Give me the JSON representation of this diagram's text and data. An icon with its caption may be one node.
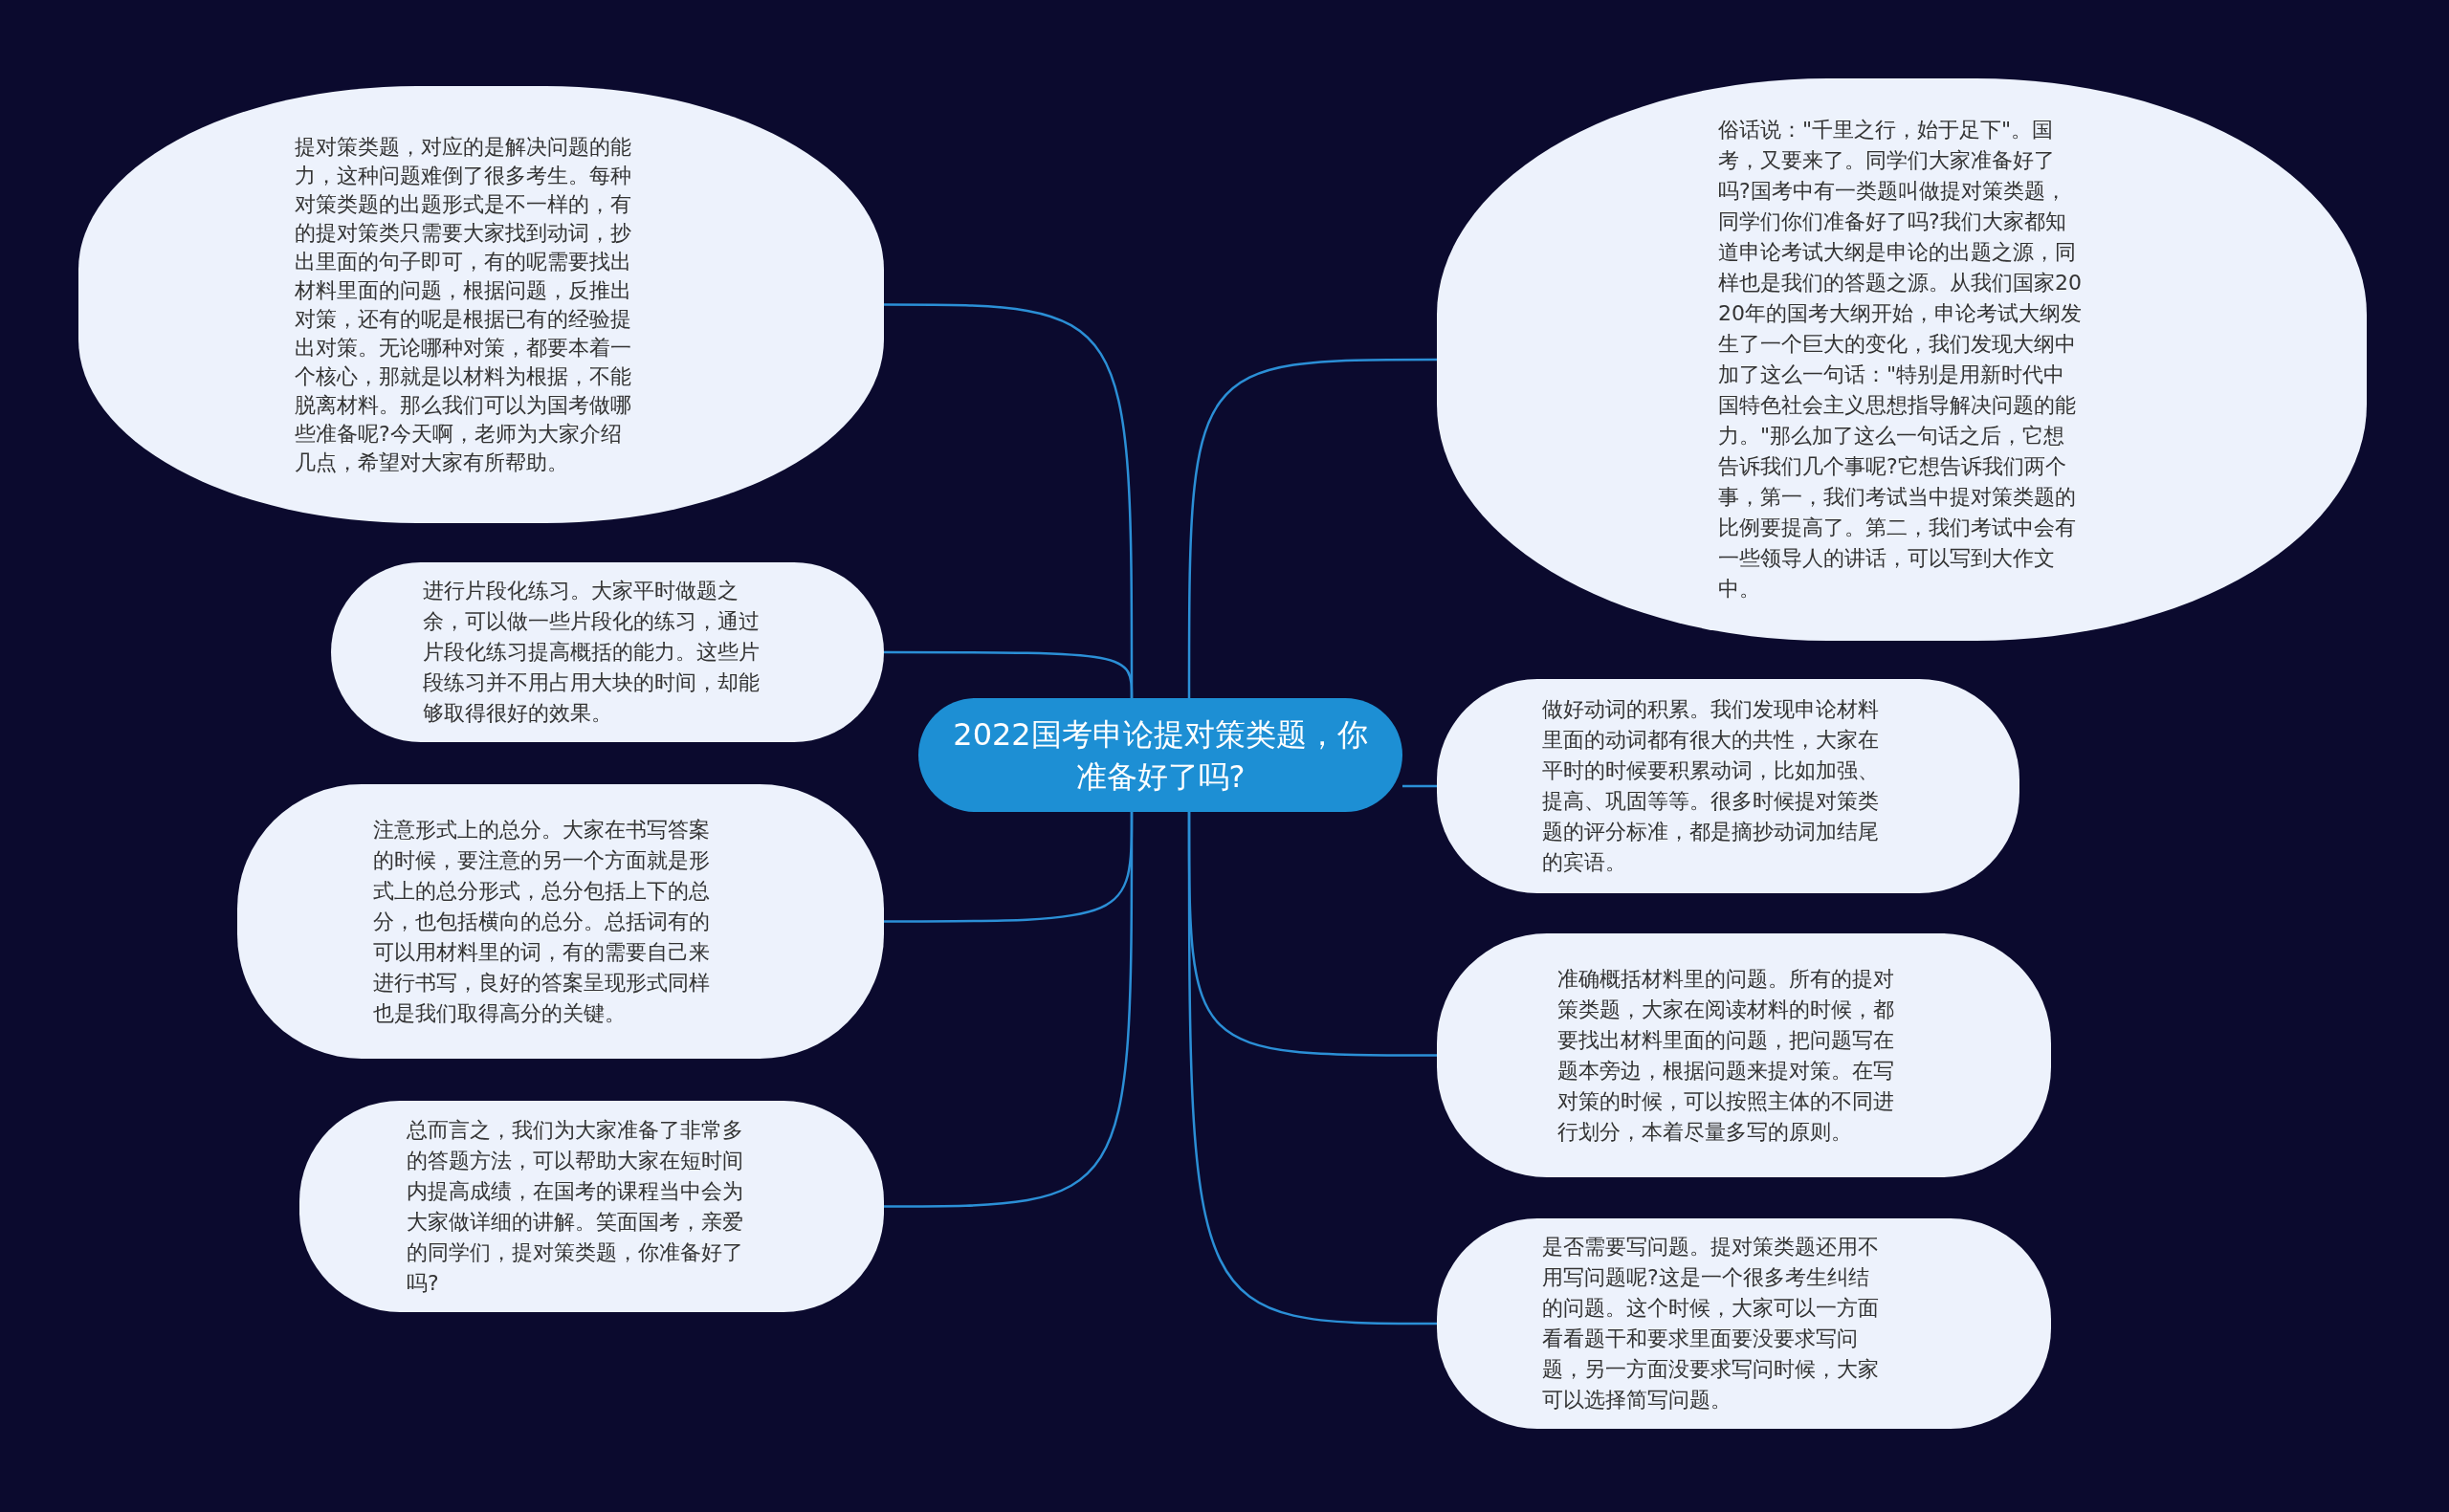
{
  "diagram": {
    "nodes": [
      {
        "text": [
          "2022国考申论提对策类题，你准备好了吗?"
        ]
      },
      {
        "text": [
          "提对策类题，对应的是解决问题的能力，这种问题难倒了很多考生。每种对策类题的出题形式是不一样的，有的提对策类只需要大家找到动词，抄出里面的句子即可，有的呢需要找出材料里面的问题，根据问题，反推出对策，还有的呢是根据已有的经验提出对策。无论哪种对策，都要本着一个核心，那就是以材料为根据，不能脱离材料。那么我们可以为国考做哪些准备呢?今天啊，老师为大家介绍几点，希望对大家有所帮助。"
        ]
      },
      {
        "text": [
          "进行片段化练习。大家平时做题之余，可以做一些片段化的练习，通过片段化练习提高概括的能力。这些片段练习并不用占用大块的时间，却能够取得很好的效果。"
        ]
      },
      {
        "text": [
          "注意形式上的总分。大家在书写答案的时候，要注意的另一个方面就是形式上的总分形式，总分包括上下的总分，也包括横向的总分。总括词有的可以用材料里的词，有的需要自己来进行书写，良好的答案呈现形式同样也是我们取得高分的关键。"
        ]
      },
      {
        "text": [
          "总而言之，我们为大家准备了非常多的答题方法，可以帮助大家在短时间内提高成绩，在国考的课程当中会为大家做详细的讲解。笑面国考，亲爱的同学们，提对策类题，你准备好了吗?"
        ]
      },
      {
        "text": [
          "俗话说：\"千里之行，始于足下\"。国考，又要来了。同学们大家准备好了吗?国考中有一类题叫做提对策类题，同学们你们准备好了吗?我们大家都知道申论考试大纲是申论的出题之源，同样也是我们的答题之源。从我们国家2020年的国考大纲开始，申论考试大纲发生了一个巨大的变化，我们发现大纲中加了这么一句话：\"特别是用新时代中国特色社会主义思想指导解决问题的能力。\"那么加了这么一句话之后，它想告诉我们几个事呢?它想告诉我们两个事，第一，我们考试当中提对策类题的比例要提高了。第二，我们考试中会有一些领导人的讲话，可以写到大作文中。"
        ]
      },
      {
        "text": [
          "做好动词的积累。我们发现申论材料里面的动词都有很大的共性，大家在平时的时候要积累动词，比如加强、提高、巩固等等。很多时候提对策类题的评分标准，都是摘抄动词加结尾的宾语。"
        ]
      },
      {
        "text": [
          "准确概括材料里的问题。所有的提对策类题，大家在阅读材料的时候，都要找出材料里面的问题，把问题写在题本旁边，根据问题来提对策。在写对策的时候，可以按照主体的不同进行划分，本着尽量多写的原则。"
        ]
      },
      {
        "text": [
          "是否需要写问题。提对策类题还用不用写问题呢?这是一个很多考生纠结的问题。这个时候，大家可以一方面看看题干和要求里面要没要求写问题，另一方面没要求写问时候，大家可以选择简写问题。"
        ]
      }
    ],
    "edges": [
      {
        "from": 0,
        "to": 1,
        "arrow": "none"
      },
      {
        "from": 0,
        "to": 2,
        "arrow": "none"
      },
      {
        "from": 0,
        "to": 3,
        "arrow": "none"
      },
      {
        "from": 0,
        "to": 4,
        "arrow": "none"
      },
      {
        "from": 0,
        "to": 5,
        "arrow": "none"
      },
      {
        "from": 0,
        "to": 6,
        "arrow": "none"
      },
      {
        "from": 0,
        "to": 7,
        "arrow": "none"
      },
      {
        "from": 0,
        "to": 8,
        "arrow": "none"
      }
    ]
  }
}
